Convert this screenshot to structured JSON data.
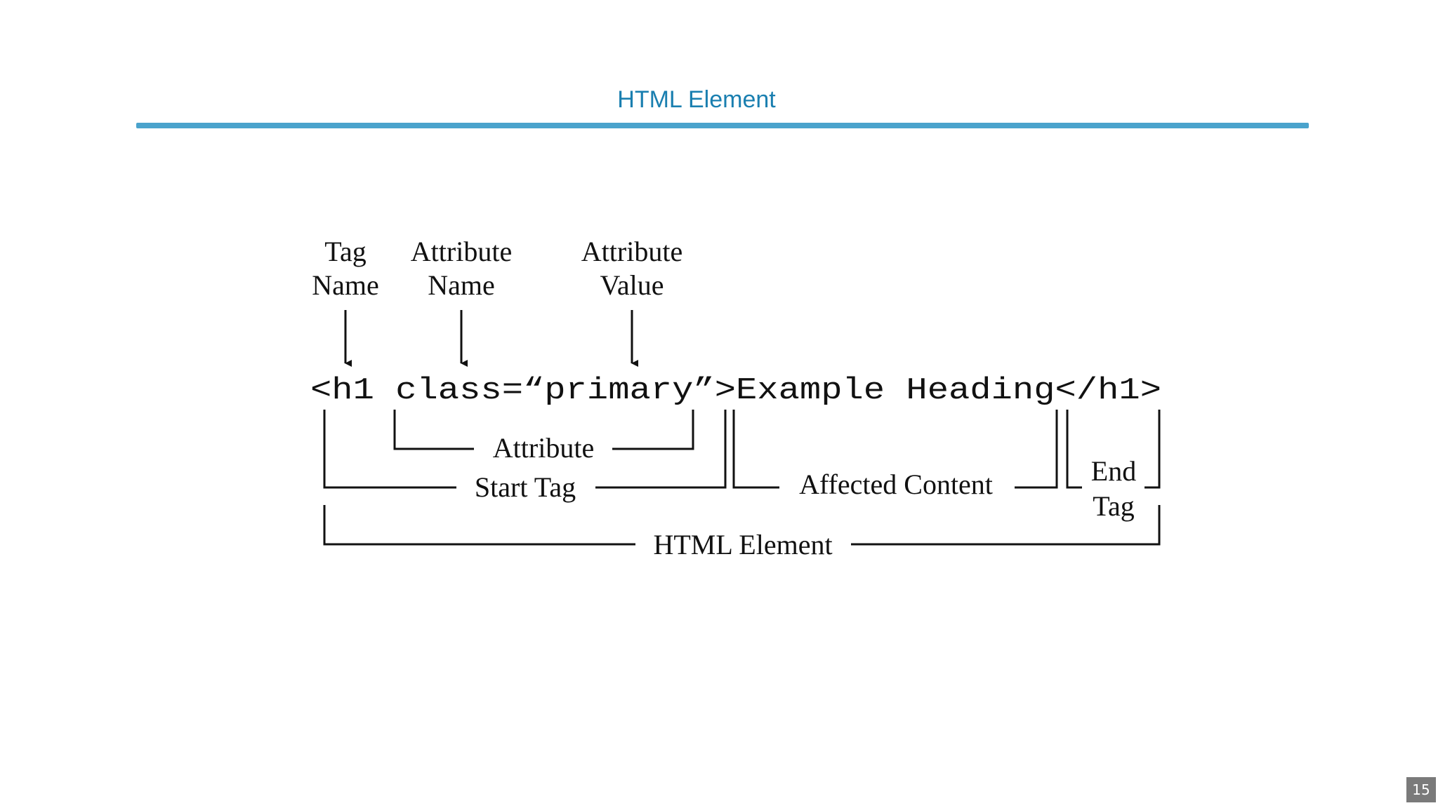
{
  "slide": {
    "title": "HTML Element",
    "page_number": "15",
    "accent_color": "#1a7fb0",
    "rule_color": "#4aa3cc"
  },
  "diagram": {
    "top_labels": {
      "tag_name": [
        "Tag",
        "Name"
      ],
      "attribute_name": [
        "Attribute",
        "Name"
      ],
      "attribute_value": [
        "Attribute",
        "Value"
      ]
    },
    "code_line": "<h1 class=“primary”>Example Heading</h1>",
    "brackets": {
      "attribute": "Attribute",
      "start_tag": "Start Tag",
      "affected_content": "Affected Content",
      "end_tag": [
        "End",
        "Tag"
      ],
      "html_element": "HTML Element"
    }
  }
}
